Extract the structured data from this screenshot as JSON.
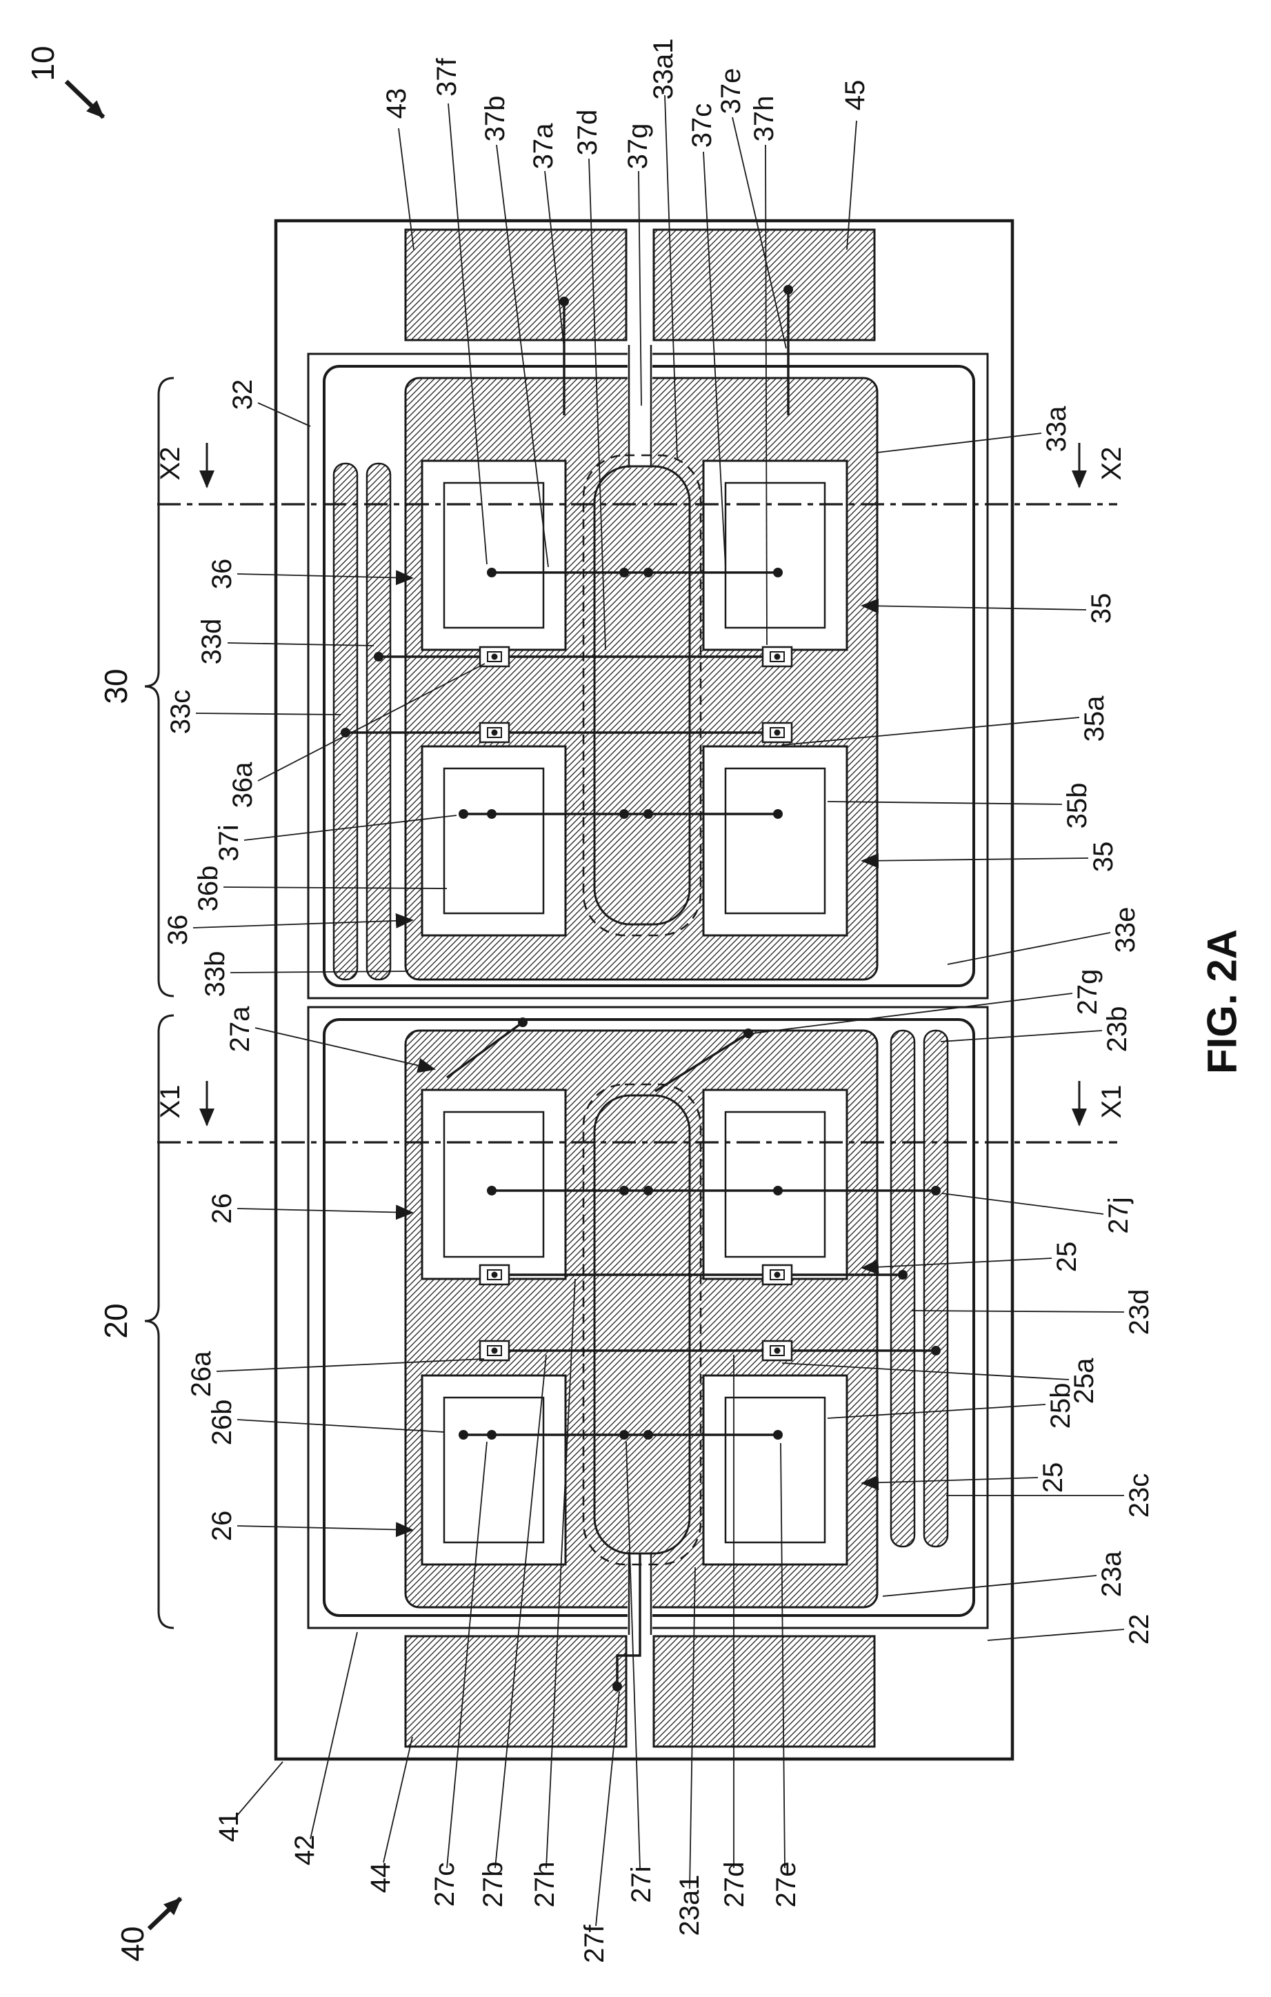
{
  "figure": {
    "title": "FIG. 2A",
    "refs": {
      "device": "10",
      "module": "40"
    }
  },
  "labels": {
    "top": [
      "43",
      "37f",
      "37b",
      "37a",
      "37d",
      "37g",
      "33a1",
      "37c",
      "37e",
      "37h",
      "45"
    ],
    "left": [
      "32",
      "X2",
      "36",
      "33d",
      "33c",
      "36a",
      "37i",
      "36b",
      "36",
      "30",
      "33b",
      "27a",
      "X1",
      "26",
      "26a",
      "26b",
      "26",
      "20",
      "41",
      "42"
    ],
    "right": [
      "33a",
      "X2",
      "35",
      "35a",
      "35b",
      "35",
      "33e",
      "27g",
      "23b",
      "X1",
      "27j",
      "25",
      "23d",
      "25a",
      "25b",
      "25",
      "23c",
      "23a",
      "22"
    ],
    "bottom": [
      "44",
      "27c",
      "27b",
      "27h",
      "27f",
      "27i",
      "23a1",
      "27d",
      "27e"
    ]
  },
  "colors": {
    "line": "#1a1a1a",
    "background": "#ffffff"
  }
}
